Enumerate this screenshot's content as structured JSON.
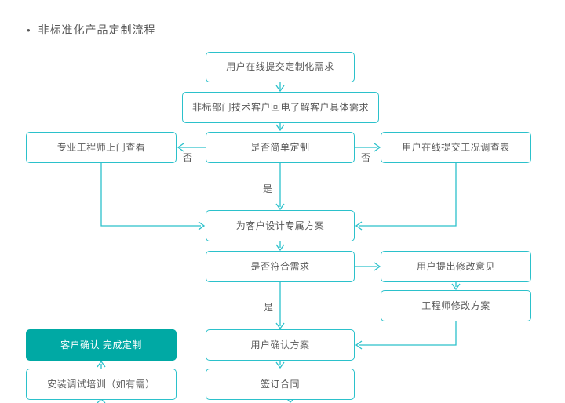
{
  "title": {
    "bullet": "•",
    "text": "非标准化产品定制流程"
  },
  "colors": {
    "line": "#2bc1cb",
    "node_border": "#2bc1cb",
    "node_background": "#ffffff",
    "node_text": "#595959",
    "highlight_background": "#00a9a4",
    "highlight_text": "#ffffff",
    "page_background": "#ffffff"
  },
  "nodes": [
    {
      "id": "submit-request",
      "label": "用户在线提交定制化需求"
    },
    {
      "id": "callback",
      "label": "非标部门技术客户回电了解客户具体需求"
    },
    {
      "id": "engineer-visit",
      "label": "专业工程师上门查看"
    },
    {
      "id": "simple-custom",
      "label": "是否简单定制"
    },
    {
      "id": "survey-form",
      "label": "用户在线提交工况调查表"
    },
    {
      "id": "design-plan",
      "label": "为客户设计专属方案"
    },
    {
      "id": "meet-needs",
      "label": "是否符合需求"
    },
    {
      "id": "feedback",
      "label": "用户提出修改意见"
    },
    {
      "id": "revise-plan",
      "label": "工程师修改方案"
    },
    {
      "id": "confirm-complete",
      "label": "客户确认 完成定制"
    },
    {
      "id": "confirm-plan",
      "label": "用户确认方案"
    },
    {
      "id": "install-training",
      "label": "安装调试培训（如有需）"
    },
    {
      "id": "sign-contract",
      "label": "签订合同"
    }
  ],
  "edge_labels": [
    {
      "id": "no-left",
      "text": "否"
    },
    {
      "id": "no-right",
      "text": "否"
    },
    {
      "id": "yes-design",
      "text": "是"
    },
    {
      "id": "yes-confirm",
      "text": "是"
    }
  ]
}
